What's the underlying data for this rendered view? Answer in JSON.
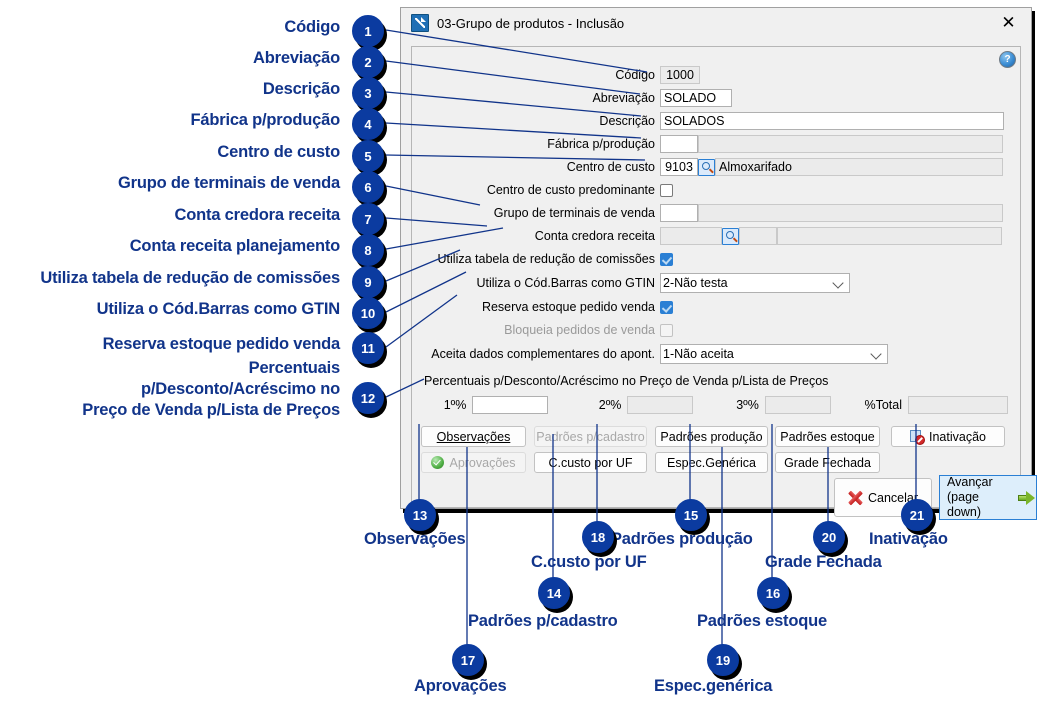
{
  "dialog": {
    "title": "03-Grupo de produtos - Inclusão",
    "close_label": "✕",
    "help_label": "?",
    "icon": "app-shortcut-icon"
  },
  "form": {
    "fields": [
      {
        "label": "Código",
        "value": "1000",
        "readonly": true
      },
      {
        "label": "Abreviação",
        "value": "SOLADO",
        "readonly": false
      },
      {
        "label": "Descrição",
        "value": "SOLADOS",
        "readonly": false
      },
      {
        "label": "Fábrica p/produção",
        "value": "",
        "readonly": false
      },
      {
        "label": "Centro de custo",
        "value": "9103",
        "desc": "Almoxarifado"
      },
      {
        "label": "Centro de custo predominante",
        "checked": false
      },
      {
        "label": "Grupo de terminais de venda",
        "value": ""
      },
      {
        "label": "Conta credora receita",
        "value": ""
      },
      {
        "label": "Utiliza tabela de redução de comissões",
        "checked": true
      },
      {
        "label": "Utiliza o Cód.Barras como GTIN",
        "value": "2-Não testa"
      },
      {
        "label": "Reserva estoque pedido venda",
        "checked": true
      },
      {
        "label": "Bloqueia pedidos de venda",
        "checked": false,
        "disabled": true
      },
      {
        "label": "Aceita dados complementares do apont.",
        "value": "1-Não aceita"
      }
    ],
    "percent_section": {
      "title": "Percentuais p/Desconto/Acréscimo no Preço de Venda p/Lista de Preços",
      "items": [
        {
          "label": "1º%",
          "value": "",
          "readonly": false
        },
        {
          "label": "2º%",
          "value": "",
          "readonly": true
        },
        {
          "label": "3º%",
          "value": "",
          "readonly": true
        },
        {
          "label": "%Total",
          "value": "",
          "readonly": true
        }
      ]
    }
  },
  "buttons": {
    "observacoes": "Observações",
    "aprovacoes": "Aprovações",
    "padroes_cadastro": "Padrões p/cadastro",
    "ccusto_uf": "C.custo por UF",
    "padroes_producao": "Padrões produção",
    "espec_generica": "Espec.Genérica",
    "padroes_estoque": "Padrões estoque",
    "grade_fechada": "Grade Fechada",
    "inativacao": "Inativação",
    "cancelar": "Cancelar",
    "avancar_line1": "Avançar",
    "avancar_line2": "(page down)"
  },
  "annotations": {
    "left": [
      {
        "n": "1",
        "text": "Código"
      },
      {
        "n": "2",
        "text": "Abreviação"
      },
      {
        "n": "3",
        "text": "Descrição"
      },
      {
        "n": "4",
        "text": "Fábrica p/produção"
      },
      {
        "n": "5",
        "text": "Centro de custo"
      },
      {
        "n": "6",
        "text": "Grupo de terminais de venda"
      },
      {
        "n": "7",
        "text": "Conta credora receita"
      },
      {
        "n": "8",
        "text": "Conta receita planejamento"
      },
      {
        "n": "9",
        "text": "Utiliza tabela de redução de comissões"
      },
      {
        "n": "10",
        "text": "Utiliza o Cód.Barras como GTIN"
      },
      {
        "n": "11",
        "text": "Reserva estoque pedido venda"
      },
      {
        "n": "12",
        "text": "Percentuais|p/Desconto/Acréscimo no|Preço de Venda p/Lista de Preços"
      }
    ],
    "bottom": [
      {
        "n": "13",
        "text": "Observações"
      },
      {
        "n": "14",
        "text": "C.custo por UF"
      },
      {
        "n": "15",
        "text": "Padrões produção"
      },
      {
        "n": "16",
        "text": "Padrões estoque"
      },
      {
        "n": "17",
        "text": "Aprovações"
      },
      {
        "n": "18",
        "text": "Padrões p/cadastro"
      },
      {
        "n": "19",
        "text": "Espec.genérica"
      },
      {
        "n": "20",
        "text": "Grade Fechada"
      },
      {
        "n": "21",
        "text": "Inativação"
      }
    ]
  },
  "colors": {
    "annotation_blue": "#11348a",
    "badge_blue": "#0b3ba0",
    "accent": "#2a7fd4"
  }
}
